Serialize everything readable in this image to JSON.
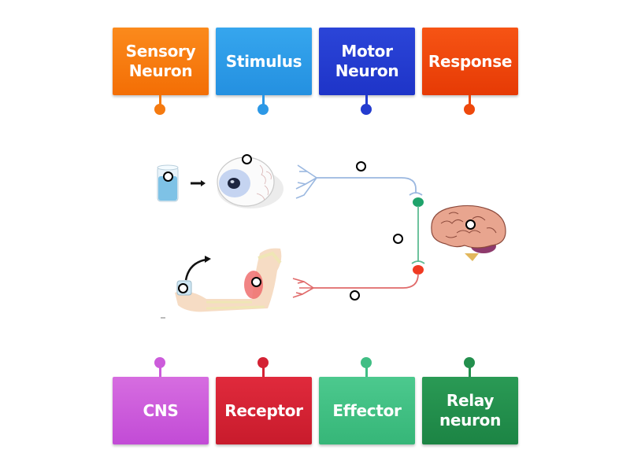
{
  "top_labels": [
    {
      "text": "Sensory\nNeuron",
      "color_top": "#fb8a1c",
      "color_bottom": "#f36e05",
      "pin_color": "#f57a10"
    },
    {
      "text": "Stimulus",
      "color_top": "#36a6ee",
      "color_bottom": "#2490e0",
      "pin_color": "#2c98e6"
    },
    {
      "text": "Motor\nNeuron",
      "color_top": "#2b45d8",
      "color_bottom": "#1e34c8",
      "pin_color": "#243ccf"
    },
    {
      "text": "Response",
      "color_top": "#f65414",
      "color_bottom": "#e63a05",
      "pin_color": "#ee480c"
    }
  ],
  "bottom_labels": [
    {
      "text": "CNS",
      "color_top": "#d66de0",
      "color_bottom": "#c24bd6",
      "pin_color": "#cc5cdb"
    },
    {
      "text": "Receptor",
      "color_top": "#e02a3c",
      "color_bottom": "#c81b2c",
      "pin_color": "#d42234"
    },
    {
      "text": "Effector",
      "color_top": "#4cc98e",
      "color_bottom": "#36b678",
      "pin_color": "#40be84"
    },
    {
      "text": "Relay\nneuron",
      "color_top": "#2a9a55",
      "color_bottom": "#1c8444",
      "pin_color": "#238f4d"
    }
  ],
  "diagram": {
    "sensory_neuron_color": "#9bb8e0",
    "relay_neuron_color": "#5dbb94",
    "motor_neuron_color": "#e06a6a",
    "relay_synapse_top_color": "#1fa36b",
    "relay_synapse_bottom_color": "#f03a22"
  },
  "drop_targets": [
    {
      "name": "drop-target-stimulus-beaker"
    },
    {
      "name": "drop-target-receptor-eye"
    },
    {
      "name": "drop-target-sensory-neuron"
    },
    {
      "name": "drop-target-relay-neuron"
    },
    {
      "name": "drop-target-cns-brain"
    },
    {
      "name": "drop-target-response-arm"
    },
    {
      "name": "drop-target-effector-muscle"
    },
    {
      "name": "drop-target-motor-neuron"
    }
  ]
}
